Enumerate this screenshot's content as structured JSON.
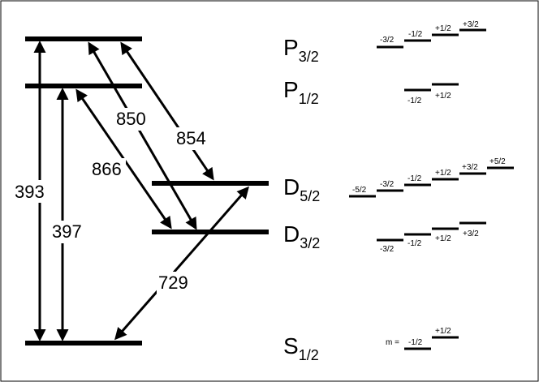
{
  "states": {
    "p32": {
      "letter": "P",
      "sub": "3/2"
    },
    "p12": {
      "letter": "P",
      "sub": "1/2"
    },
    "d52": {
      "letter": "D",
      "sub": "5/2"
    },
    "d32": {
      "letter": "D",
      "sub": "3/2"
    },
    "s12": {
      "letter": "S",
      "sub": "1/2"
    }
  },
  "transitions": {
    "t393": "393",
    "t397": "397",
    "t850": "850",
    "t854": "854",
    "t866": "866",
    "t729": "729"
  },
  "sublevels": {
    "p32": [
      "-3/2",
      "-1/2",
      "+1/2",
      "+3/2"
    ],
    "p12": [
      "-1/2",
      "+1/2"
    ],
    "d52": [
      "-5/2",
      "-3/2",
      "-1/2",
      "+1/2",
      "+3/2",
      "+5/2"
    ],
    "d32": [
      "-3/2",
      "-1/2",
      "+1/2",
      "+3/2"
    ],
    "s12": [
      "-1/2",
      "+1/2"
    ],
    "s12_prefix": "m ="
  }
}
